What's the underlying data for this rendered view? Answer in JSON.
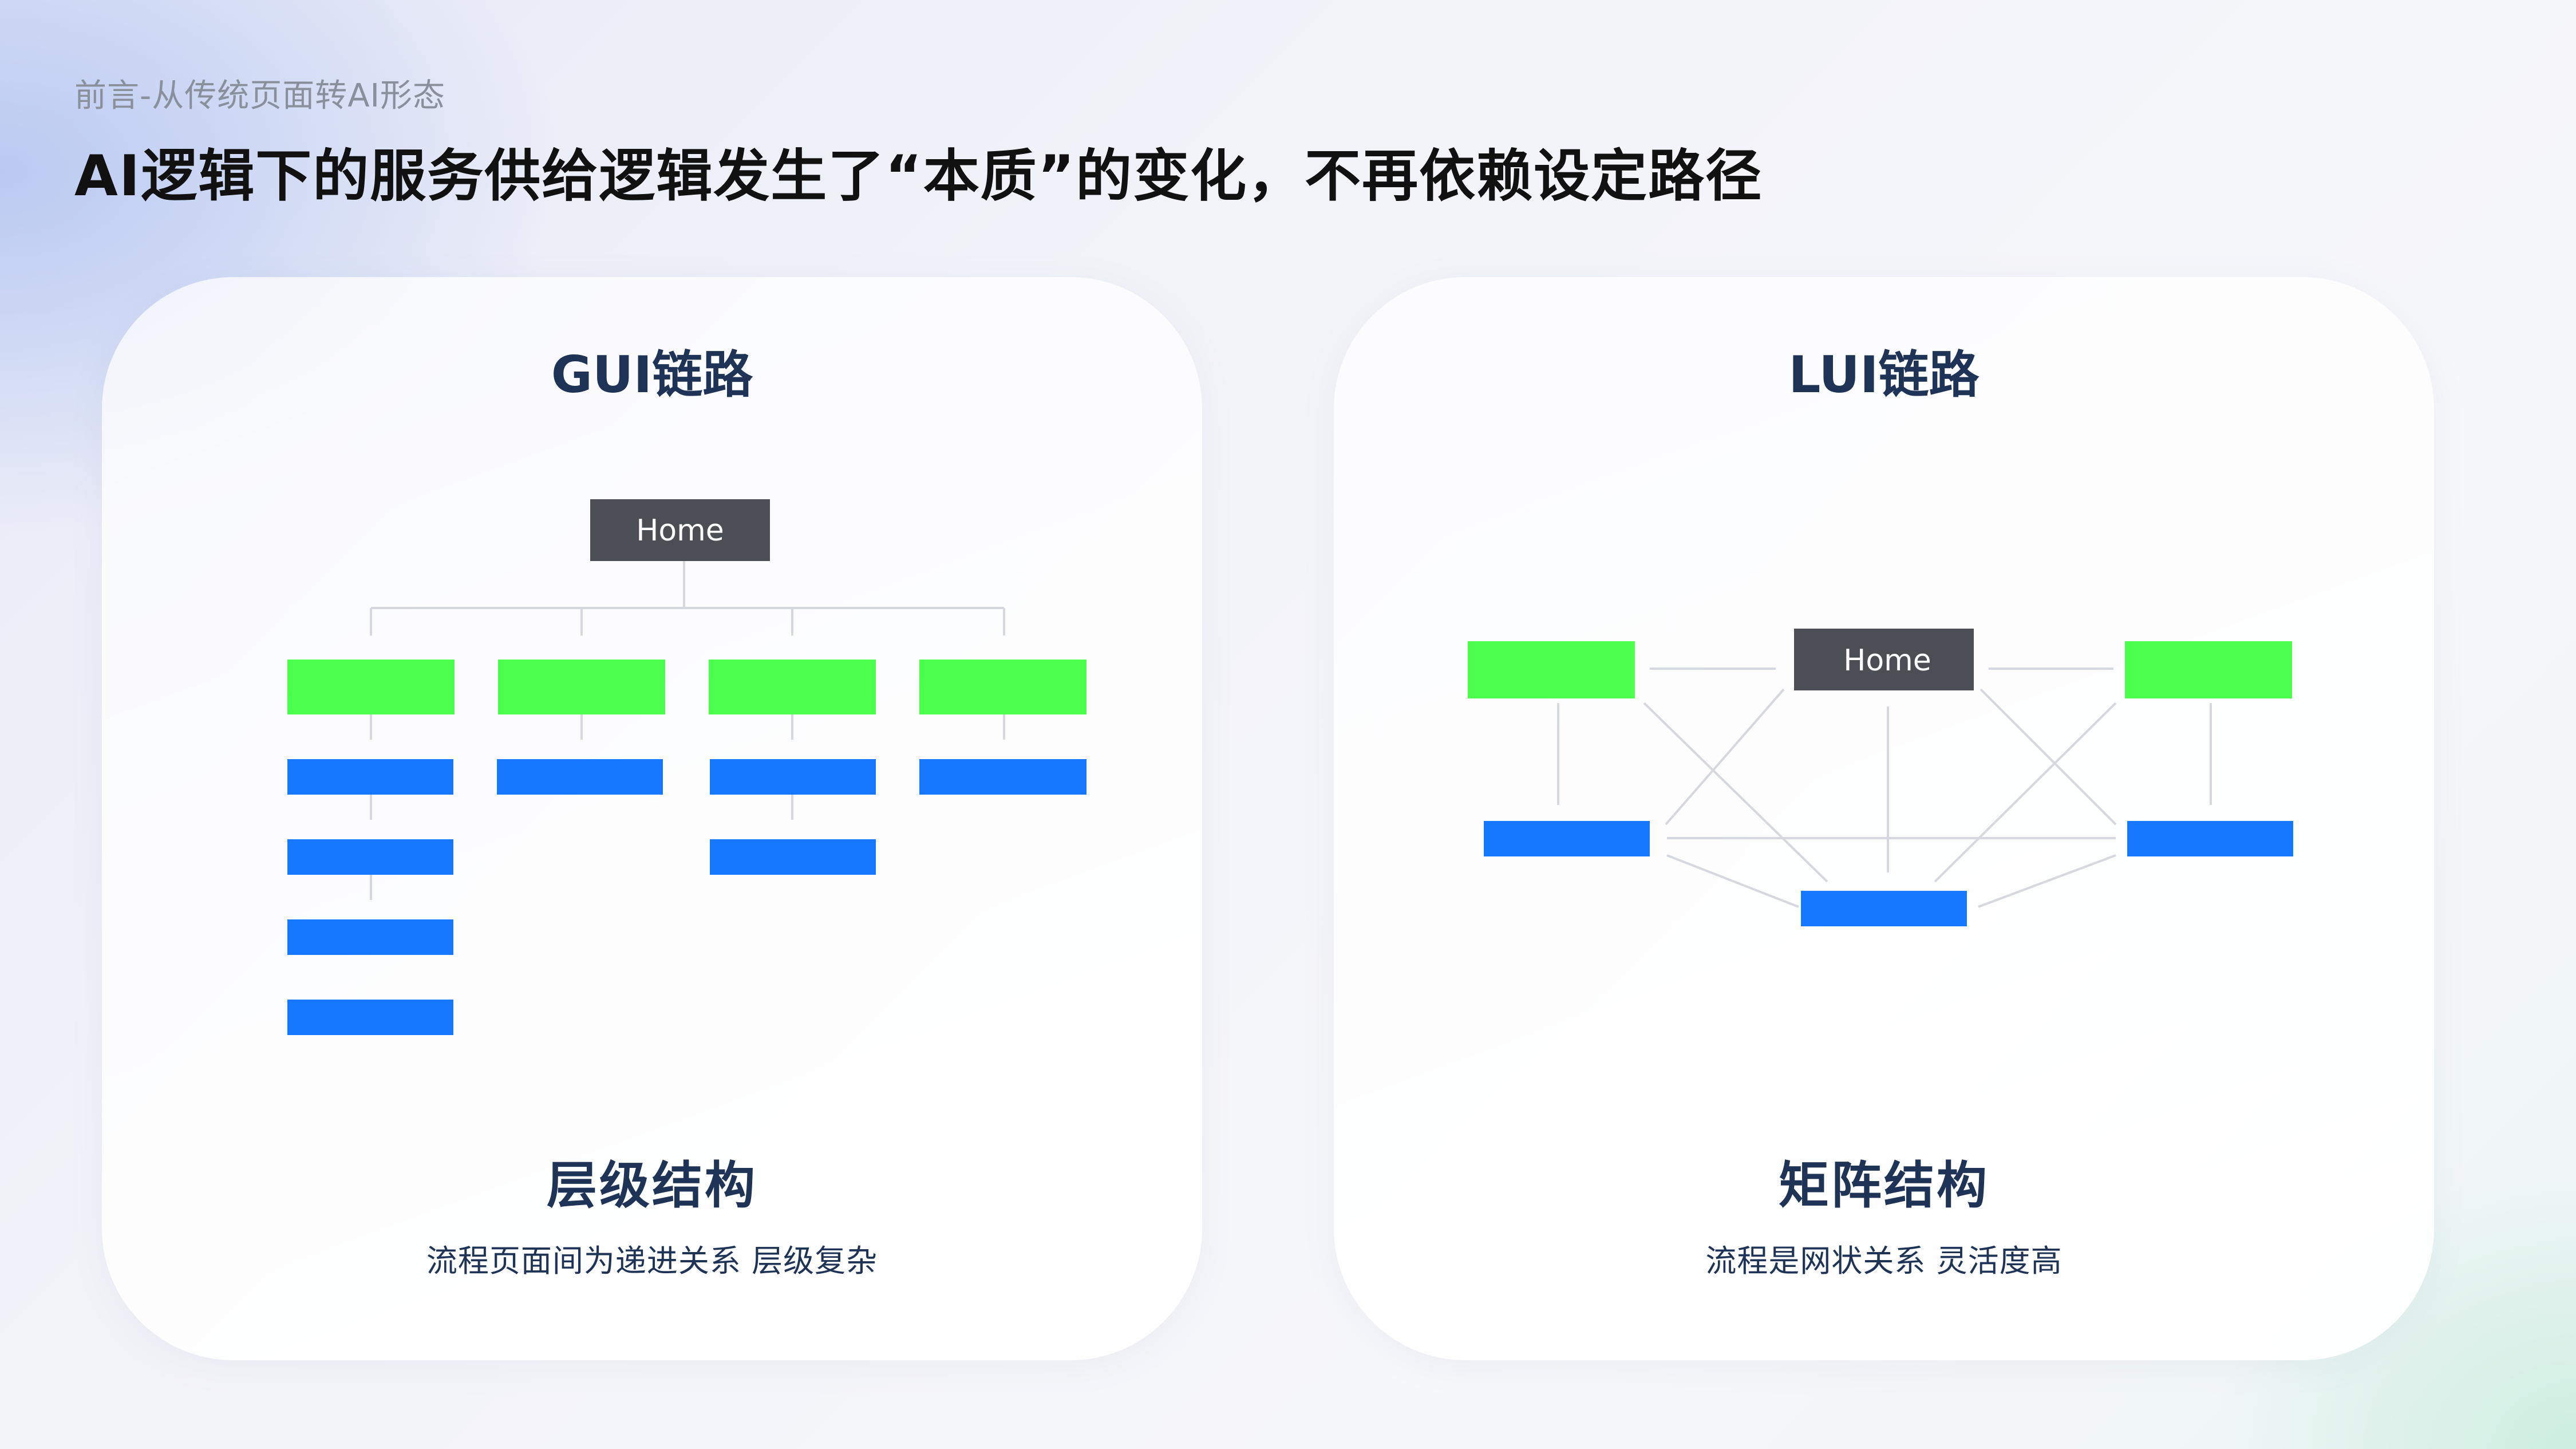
{
  "header": {
    "subtitle": "前言-从传统页面转AI形态",
    "title": "AI逻辑下的服务供给逻辑发生了“本质”的变化，不再依赖设定路径"
  },
  "colors": {
    "home": "#4b4f55",
    "green": "#4dff4d",
    "blue": "#1677ff",
    "line": "#d5d8de",
    "title_text": "#1f3357"
  },
  "gui_card": {
    "title": "GUI链路",
    "home_label": "Home",
    "structure_title": "层级结构",
    "structure_desc": "流程页面间为递进关系  层级复杂"
  },
  "lui_card": {
    "title": "LUI链路",
    "home_label": "Home",
    "structure_title": "矩阵结构",
    "structure_desc": "流程是网状关系  灵活度高"
  }
}
